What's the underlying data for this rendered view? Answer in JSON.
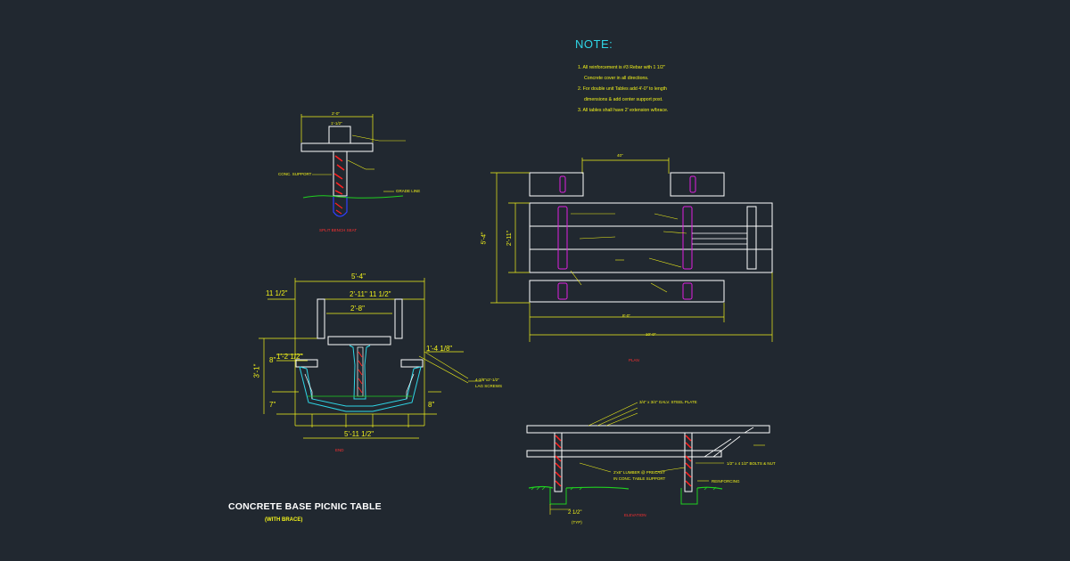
{
  "note": {
    "title": "NOTE:",
    "items": [
      "1.  All reinforcement is #3 Rebar with 1 1/2\"",
      "Concrete cover in all directions.",
      "2.  For double unit Tables add 4'-0\" to length",
      "dimensions & add center support post.",
      "3.  All tables shall have 2' extension w/brace."
    ]
  },
  "title": {
    "main": "CONCRETE BASE PICNIC TABLE",
    "sub": "(WITH BRACE)"
  },
  "labels": {
    "top_detail_dim": "2'-0\"",
    "top_detail_dim2": "1'-1/2\"",
    "conc_support": "CONC. SUPPORT",
    "grade_line": "GRADE LINE",
    "split_bench_seat": "SPLIT BENCH SEAT",
    "end_dim_total": "5'-4\"",
    "end_dim_left": "11 1/2\"",
    "end_dim_mid": "2'-11\"  11 1/2\"",
    "end_dim_inner": "2'-8\"",
    "end_dim_right": "1'-4 1/8\"",
    "end_dim_seat": "1'-2 1/2\"",
    "end_dim_height": "3'-1\"",
    "end_dim_8": "8\"",
    "end_dim_7": "7\"",
    "end_dim_8b": "8\"",
    "end_dim_bottom": "5'-11 1/2\"",
    "end_view": "END",
    "end_callout_1": "4-3/8\"x2'-1/2\"",
    "end_callout_2": "LAG SCREWS",
    "plan_dim_top": "40\"",
    "plan_dim_height": "5'-4\"",
    "plan_dim_inner": "2'-11\"",
    "plan_dim_8": "8'-0\"",
    "plan_dim_10": "10'-0\"",
    "plan_view": "PLAN",
    "elev_dim": "2 1/2\"",
    "elev_dim_sub": "(TYP)",
    "elev_view": "ELEVATION",
    "elev_label_1": "3/4\" x 3/4\" GALV. STEEL PLATE",
    "elev_label_2": "2'x6\" LUMBER @ PRECAST",
    "elev_label_3": "IN CONC. TABLE SUPPORT",
    "elev_label_4": "1/2\" x 4 1/2\" BOLTS & NUT",
    "elev_label_5": "REINFORCING"
  },
  "colors": {
    "background": "#212830",
    "line_white": "#ffffff",
    "line_yellow": "#f2f21a",
    "line_magenta": "#e020e0",
    "line_cyan": "#2fd6e6",
    "line_red": "#ff2020",
    "line_green": "#20d020",
    "line_blue": "#3040ff"
  }
}
